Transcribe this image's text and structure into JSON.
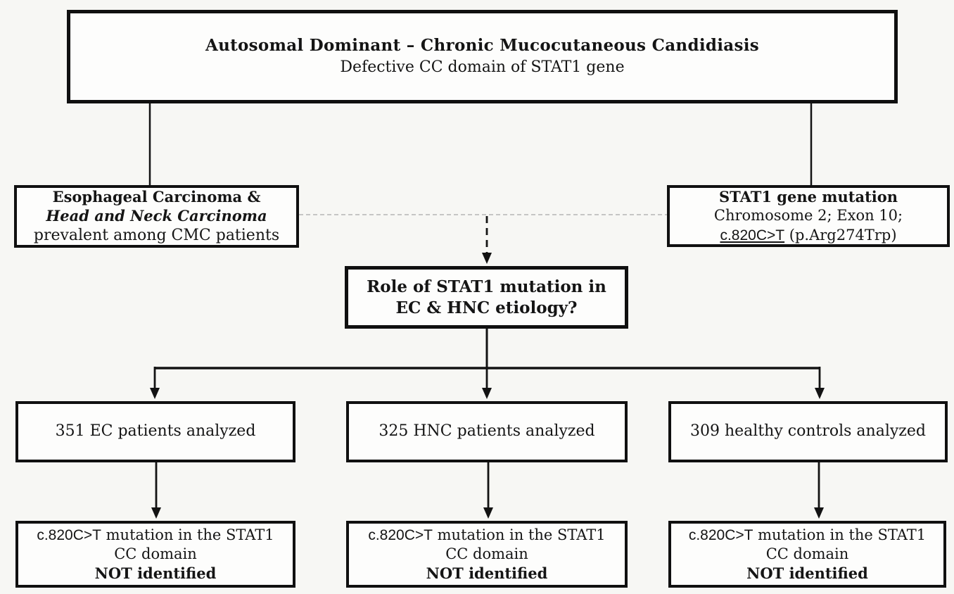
{
  "colors": {
    "box_border": "#101010",
    "box_fill": "#fdfdfc",
    "background": "#f7f7f4",
    "solid_connector": "#131313",
    "dashed_connector_gray": "#b5b5b5",
    "dashed_connector_black": "#151515"
  },
  "diagram": {
    "root": {
      "title": "Autosomal Dominant – Chronic Mucocutaneous Candidiasis",
      "subtitle": "Defective CC domain of STAT1 gene"
    },
    "carcinoma": {
      "line1": "Esophageal Carcinoma &",
      "line2": "Head and Neck Carcinoma",
      "line3": "prevalent among CMC patients"
    },
    "mutation": {
      "line1": "STAT1 gene mutation",
      "line2": "Chromosome 2; Exon 10;",
      "variant": "c.820C>T",
      "protein": " (p.Arg274Trp)"
    },
    "question": {
      "line1": "Role of STAT1 mutation in",
      "line2": "EC & HNC etiology?"
    },
    "cohorts": {
      "ec": "351 EC patients analyzed",
      "hnc": "325 HNC patients analyzed",
      "controls": "309 healthy controls analyzed"
    },
    "results": {
      "ec": {
        "variant": "c.820C>T",
        "line1_rest": " mutation in the STAT1",
        "line2": "CC domain",
        "line3": "NOT identified"
      },
      "hnc": {
        "variant": "c.820C>T",
        "line1_rest": " mutation in the STAT1",
        "line2": "CC domain",
        "line3": "NOT identified"
      },
      "controls": {
        "variant": "c.820C>T",
        "line1_rest": " mutation in the STAT1",
        "line2": "CC domain",
        "line3": "NOT identified"
      }
    }
  }
}
